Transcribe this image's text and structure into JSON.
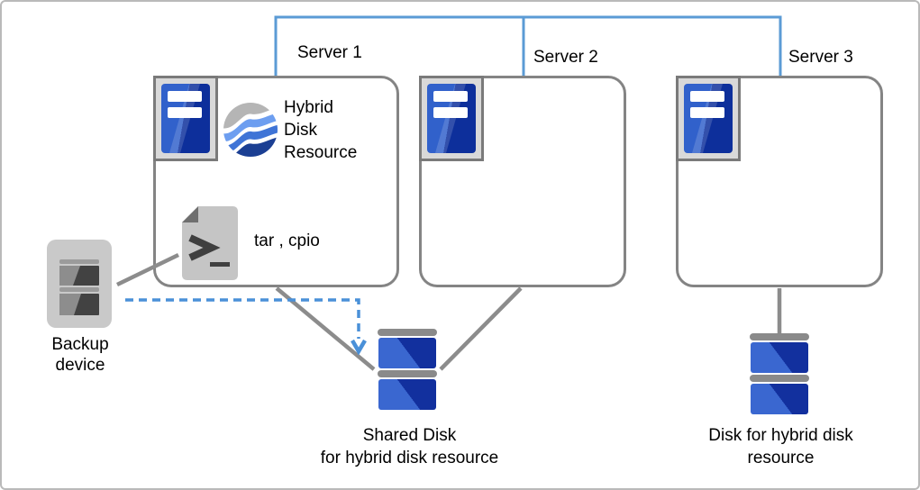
{
  "servers": [
    {
      "label": "Server 1"
    },
    {
      "label": "Server 2"
    },
    {
      "label": "Server 3"
    }
  ],
  "server1_contents": {
    "hybrid_resource_label": "Hybrid\nDisk\nResource",
    "backup_tools_label": "tar , cpio"
  },
  "backup_device": {
    "label": "Backup\ndevice"
  },
  "shared_disk": {
    "label": "Shared Disk\nfor hybrid disk resource"
  },
  "standalone_disk": {
    "label": "Disk for hybrid disk\nresource"
  },
  "icons": {
    "server": "server-tower-icon",
    "hybrid_resource": "hybrid-disk-resource-icon",
    "terminal_file": "terminal-script-file-icon",
    "backup": "backup-device-icon",
    "disk": "disk-stack-icon"
  },
  "colors": {
    "interconnect_blue": "#5b9bd5",
    "dashed_arrow_blue": "#4a90d8",
    "box_border_gray": "#848484",
    "connector_gray": "#8c8c8c",
    "disk_blue_light": "#3a67d0",
    "disk_blue_dark": "#12309e",
    "tower_blue_light": "#3161cb",
    "tower_blue_dark": "#0d2f9b",
    "icon_gray": "#c5c5c5"
  }
}
